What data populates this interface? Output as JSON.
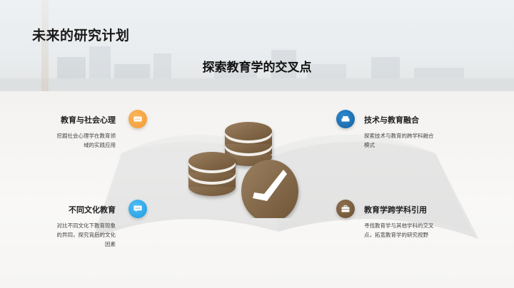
{
  "slide": {
    "title": "未来的研究计划",
    "subtitle": "探索教育学的交叉点"
  },
  "items": [
    {
      "heading": "教育与社会心理",
      "desc_lines": [
        "挖掘社会心理学在教育领",
        "域的实践应用"
      ],
      "icon": "chat-bubble-icon",
      "color": "#f7a03f",
      "position": "top-left"
    },
    {
      "heading": "不同文化教育",
      "desc_lines": [
        "对比不同文化下教育现象",
        "的异同，探究背后的文化",
        "因素"
      ],
      "icon": "chat-bubble-icon",
      "color": "#2aa5e8",
      "position": "bottom-left"
    },
    {
      "heading": "技术与教育融合",
      "desc_lines": [
        "探索技术与教育的跨学科融合",
        "模式"
      ],
      "icon": "armchair-icon",
      "color": "#1d6fb0",
      "position": "top-right"
    },
    {
      "heading": "教育学跨学科引用",
      "desc_lines": [
        "寻找教育学与其他学科的交叉",
        "点，拓宽教育学的研究视野"
      ],
      "icon": "briefcase-icon",
      "color": "#7a5e3d",
      "position": "bottom-right"
    }
  ],
  "illustration": {
    "icon": "coins-check-icon",
    "color": "#86694a"
  }
}
